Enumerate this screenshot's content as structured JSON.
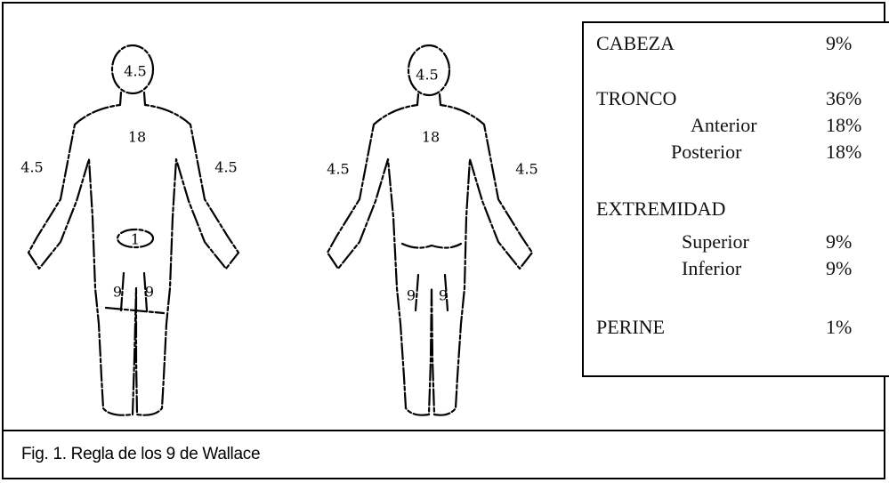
{
  "caption": "Fig. 1. Regla de los 9 de Wallace",
  "front_labels": {
    "head": "4.5",
    "trunk": "18",
    "arm_left": "4.5",
    "arm_right": "4.5",
    "perineum": "1",
    "leg_left": "9",
    "leg_right": "9"
  },
  "back_labels": {
    "head": "4.5",
    "trunk": "18",
    "arm_left": "4.5",
    "arm_right": "4.5",
    "leg_left": "9",
    "leg_right": "9"
  },
  "table": {
    "cabeza": {
      "label": "CABEZA",
      "pct": "9%"
    },
    "tronco": {
      "label": "TRONCO",
      "pct": "36%"
    },
    "anterior": {
      "label": "Anterior",
      "pct": "18%"
    },
    "posterior": {
      "label": "Posterior",
      "pct": "18%"
    },
    "extremidad": {
      "label": "EXTREMIDAD"
    },
    "superior": {
      "label": "Superior",
      "pct": "9%"
    },
    "inferior": {
      "label": "Inferior",
      "pct": "9%"
    },
    "perine": {
      "label": "PERINE",
      "pct": "1%"
    }
  }
}
